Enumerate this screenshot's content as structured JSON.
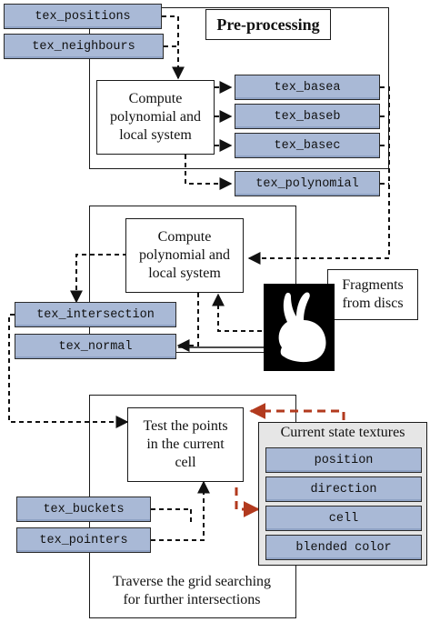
{
  "preprocessing": {
    "title": "Pre-processing",
    "inputs": [
      "tex_positions",
      "tex_neighbours"
    ],
    "compute": "Compute\npolynomial and\nlocal system",
    "outputs": [
      "tex_basea",
      "tex_baseb",
      "tex_basec",
      "tex_polynomial"
    ]
  },
  "intersection_stage": {
    "compute": "Compute\npolynomial and\nlocal system",
    "fragments": "Fragments\nfrom discs",
    "outputs": [
      "tex_intersection",
      "tex_normal"
    ]
  },
  "traversal_stage": {
    "test": "Test the points\nin the current\ncell",
    "state_title": "Current state textures",
    "state_items": [
      "position",
      "direction",
      "cell",
      "blended color"
    ],
    "inputs": [
      "tex_buckets",
      "tex_pointers"
    ],
    "caption": "Traverse the grid searching\nfor further intersections"
  },
  "colors": {
    "texture_fill": "#a9b9d6",
    "feedback_arrow": "#b23a1e",
    "arrow": "#111111"
  },
  "icons": {
    "fragments_image": "bunny-silhouette"
  }
}
